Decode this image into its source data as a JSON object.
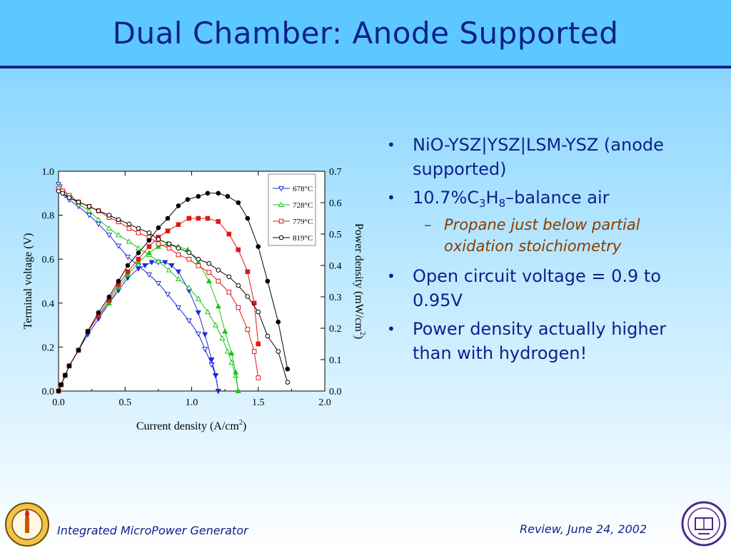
{
  "slide": {
    "title": "Dual Chamber: Anode Supported",
    "footer_left": "Integrated MicroPower Generator",
    "footer_right": "Review, June 24, 2002",
    "accent_color": "#0f1f8c",
    "sub_color": "#8a3b00"
  },
  "bullets": {
    "b1": "NiO-YSZ|YSZ|LSM-YSZ (anode supported)",
    "b2_pre": "10.7%C",
    "b2_s1": "3",
    "b2_mid": "H",
    "b2_s2": "8",
    "b2_post": "–balance air",
    "sub1": "Propane just below partial oxidation stoichiometry",
    "b3": "Open circuit voltage = 0.9 to 0.95V",
    "b4": "Power density actually higher than with hydrogen!"
  },
  "logos": {
    "left_icon": "caltech-seal-icon",
    "right_icon": "northwestern-seal-icon"
  },
  "chart_data": {
    "type": "line",
    "xlabel": "Current density (A/cm",
    "xlabel_sup": "2",
    "ylabel": "Terminal voltage (V)",
    "y2label": "Power density (mW/cm",
    "y2label_sup": "2",
    "xlim": [
      0.0,
      2.0
    ],
    "ylim": [
      0.0,
      1.0
    ],
    "y2lim": [
      0.0,
      0.7
    ],
    "xticks": [
      "0.0",
      "0.5",
      "1.0",
      "1.5",
      "2.0"
    ],
    "yticks": [
      "0.0",
      "0.2",
      "0.4",
      "0.6",
      "0.8",
      "1.0"
    ],
    "y2ticks": [
      "0.0",
      "0.1",
      "0.2",
      "0.3",
      "0.4",
      "0.5",
      "0.6",
      "0.7"
    ],
    "legend_position": "top-right",
    "series": [
      {
        "name": "678°C",
        "color": "#1f2ad6",
        "marker": "triangle-down",
        "voltage": {
          "x": [
            0.0,
            0.01,
            0.03,
            0.05,
            0.08,
            0.15,
            0.23,
            0.3,
            0.38,
            0.45,
            0.52,
            0.6,
            0.68,
            0.75,
            0.82,
            0.9,
            0.98,
            1.05,
            1.1,
            1.15,
            1.18,
            1.2
          ],
          "y": [
            0.94,
            0.93,
            0.91,
            0.89,
            0.87,
            0.84,
            0.8,
            0.76,
            0.71,
            0.66,
            0.61,
            0.57,
            0.53,
            0.49,
            0.44,
            0.38,
            0.32,
            0.26,
            0.19,
            0.12,
            0.07,
            0.0
          ]
        },
        "power": {
          "x": [
            0.0,
            0.02,
            0.05,
            0.08,
            0.15,
            0.22,
            0.3,
            0.38,
            0.45,
            0.52,
            0.6,
            0.65,
            0.7,
            0.75,
            0.8,
            0.85,
            0.9,
            0.98,
            1.05,
            1.1,
            1.15,
            1.18,
            1.2
          ],
          "y": [
            0.0,
            0.02,
            0.05,
            0.08,
            0.13,
            0.18,
            0.23,
            0.28,
            0.32,
            0.36,
            0.39,
            0.4,
            0.41,
            0.41,
            0.41,
            0.4,
            0.38,
            0.32,
            0.25,
            0.18,
            0.1,
            0.05,
            0.0
          ]
        }
      },
      {
        "name": "728°C",
        "color": "#14c814",
        "marker": "triangle-up",
        "voltage": {
          "x": [
            0.0,
            0.02,
            0.05,
            0.1,
            0.15,
            0.23,
            0.3,
            0.38,
            0.45,
            0.53,
            0.6,
            0.68,
            0.75,
            0.83,
            0.9,
            0.98,
            1.05,
            1.12,
            1.18,
            1.23,
            1.27,
            1.3,
            1.33,
            1.35
          ],
          "y": [
            0.93,
            0.92,
            0.9,
            0.88,
            0.85,
            0.82,
            0.78,
            0.74,
            0.71,
            0.68,
            0.65,
            0.62,
            0.59,
            0.55,
            0.51,
            0.47,
            0.42,
            0.36,
            0.3,
            0.24,
            0.18,
            0.13,
            0.07,
            0.0
          ]
        },
        "power": {
          "x": [
            0.0,
            0.02,
            0.05,
            0.08,
            0.15,
            0.22,
            0.3,
            0.38,
            0.45,
            0.52,
            0.6,
            0.68,
            0.75,
            0.82,
            0.9,
            0.97,
            1.05,
            1.13,
            1.2,
            1.25,
            1.3,
            1.33,
            1.35
          ],
          "y": [
            0.0,
            0.02,
            0.05,
            0.08,
            0.13,
            0.19,
            0.24,
            0.28,
            0.33,
            0.37,
            0.41,
            0.44,
            0.46,
            0.47,
            0.46,
            0.45,
            0.41,
            0.35,
            0.27,
            0.19,
            0.12,
            0.06,
            0.0
          ]
        }
      },
      {
        "name": "779°C",
        "color": "#e01818",
        "marker": "square",
        "voltage": {
          "x": [
            0.0,
            0.03,
            0.08,
            0.15,
            0.23,
            0.3,
            0.38,
            0.45,
            0.53,
            0.6,
            0.68,
            0.75,
            0.83,
            0.9,
            0.98,
            1.05,
            1.13,
            1.2,
            1.28,
            1.35,
            1.42,
            1.47,
            1.5
          ],
          "y": [
            0.92,
            0.91,
            0.89,
            0.86,
            0.84,
            0.82,
            0.79,
            0.77,
            0.74,
            0.72,
            0.7,
            0.67,
            0.65,
            0.62,
            0.6,
            0.57,
            0.54,
            0.5,
            0.45,
            0.38,
            0.28,
            0.18,
            0.06
          ]
        },
        "power": {
          "x": [
            0.0,
            0.02,
            0.05,
            0.08,
            0.15,
            0.22,
            0.3,
            0.38,
            0.45,
            0.52,
            0.6,
            0.68,
            0.75,
            0.82,
            0.9,
            0.98,
            1.05,
            1.12,
            1.2,
            1.28,
            1.35,
            1.42,
            1.47,
            1.5
          ],
          "y": [
            0.0,
            0.02,
            0.05,
            0.08,
            0.13,
            0.19,
            0.24,
            0.29,
            0.34,
            0.38,
            0.42,
            0.46,
            0.49,
            0.51,
            0.53,
            0.55,
            0.55,
            0.55,
            0.54,
            0.5,
            0.45,
            0.38,
            0.28,
            0.15
          ]
        }
      },
      {
        "name": "819°C",
        "color": "#000000",
        "marker": "circle",
        "voltage": {
          "x": [
            0.0,
            0.03,
            0.08,
            0.15,
            0.23,
            0.3,
            0.38,
            0.45,
            0.53,
            0.6,
            0.68,
            0.75,
            0.83,
            0.9,
            0.98,
            1.05,
            1.13,
            1.2,
            1.28,
            1.35,
            1.42,
            1.5,
            1.57,
            1.65,
            1.72
          ],
          "y": [
            0.91,
            0.9,
            0.88,
            0.86,
            0.84,
            0.82,
            0.8,
            0.78,
            0.76,
            0.74,
            0.72,
            0.69,
            0.67,
            0.65,
            0.63,
            0.6,
            0.58,
            0.55,
            0.52,
            0.48,
            0.43,
            0.36,
            0.25,
            0.18,
            0.04
          ]
        },
        "power": {
          "x": [
            0.0,
            0.02,
            0.05,
            0.08,
            0.15,
            0.22,
            0.3,
            0.38,
            0.45,
            0.52,
            0.6,
            0.68,
            0.75,
            0.82,
            0.9,
            0.97,
            1.05,
            1.12,
            1.2,
            1.27,
            1.35,
            1.42,
            1.5,
            1.57,
            1.65,
            1.72
          ],
          "y": [
            0.0,
            0.02,
            0.05,
            0.08,
            0.13,
            0.19,
            0.25,
            0.3,
            0.35,
            0.4,
            0.44,
            0.48,
            0.52,
            0.55,
            0.59,
            0.61,
            0.62,
            0.63,
            0.63,
            0.62,
            0.6,
            0.55,
            0.46,
            0.35,
            0.22,
            0.07
          ]
        }
      }
    ]
  }
}
